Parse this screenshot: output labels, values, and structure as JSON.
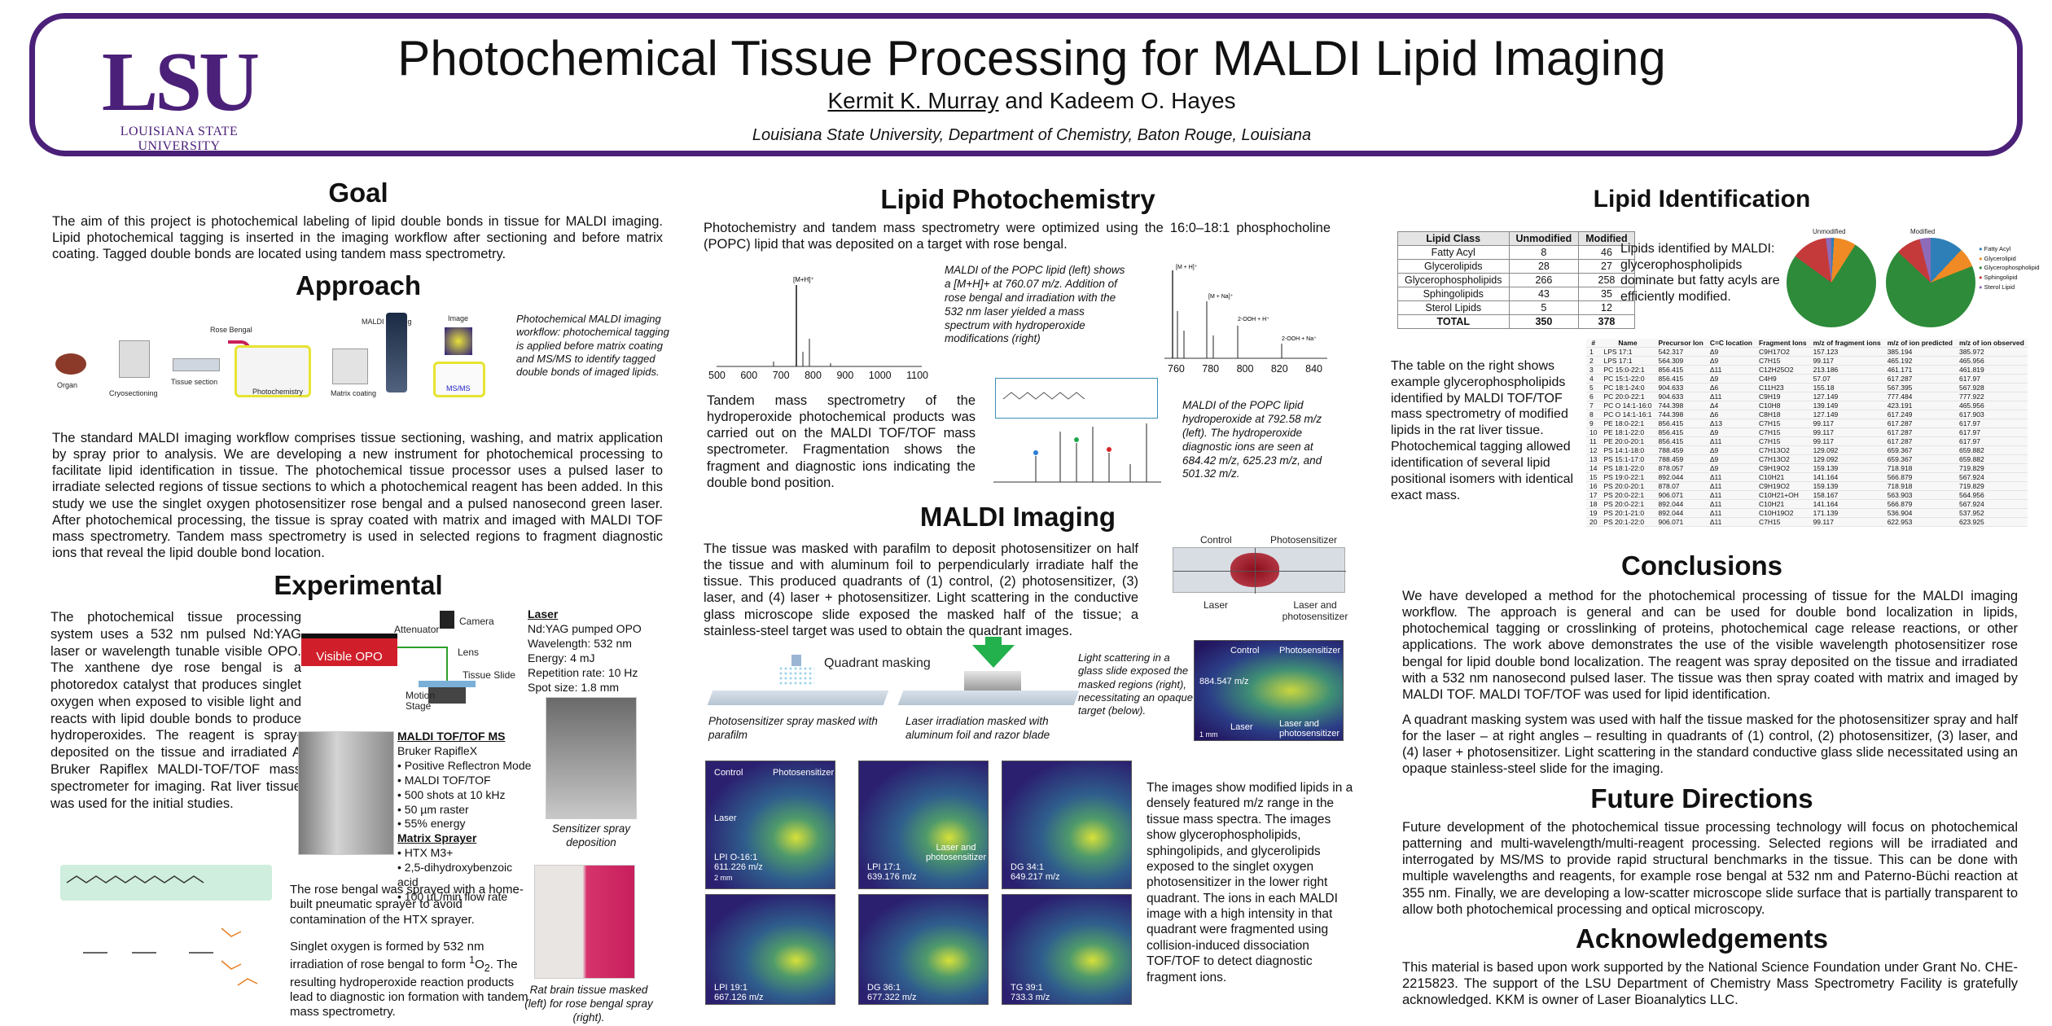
{
  "header": {
    "logo_text": "LSU",
    "logo_sub": "LOUISIANA STATE UNIVERSITY",
    "title": "Photochemical Tissue Processing for MALDI Lipid Imaging",
    "author1": "Kermit K. Murray",
    "author_rest": " and Kadeem O. Hayes",
    "affiliation": "Louisiana State University, Department of Chemistry, Baton Rouge, Louisiana"
  },
  "goal": {
    "heading": "Goal",
    "text": "The aim of this project is photochemical labeling of lipid double bonds in tissue for MALDI imaging. Lipid photochemical tagging is inserted in the imaging workflow after sectioning and before matrix coating. Tagged double bonds are located using tandem mass spectrometry."
  },
  "approach": {
    "heading": "Approach",
    "steps": [
      "Organ",
      "Cryosectioning",
      "Tissue section",
      "Rose Bengal",
      "Photochemistry",
      "Matrix coating",
      "MALDI imaging",
      "Image",
      "MS/MS"
    ],
    "caption": "Photochemical MALDI imaging workflow: photochemical tagging is applied before matrix coating and MS/MS to identify tagged double bonds of imaged lipids.",
    "text": "The standard MALDI imaging workflow comprises tissue sectioning, washing, and matrix application by spray prior to analysis. We are developing a new instrument for photochemical processing to facilitate lipid identification in tissue. The photochemical tissue processor uses a pulsed laser to irradiate selected regions of tissue sections to which a photochemical reagent has been added. In this study we use the singlet oxygen photosensitizer rose bengal and a pulsed nanosecond green laser. After photochemical processing, the tissue is spray coated with matrix and imaged with MALDI TOF mass spectrometry. Tandem mass spectrometry is used in selected regions to fragment diagnostic ions that reveal the lipid double bond location."
  },
  "experimental": {
    "heading": "Experimental",
    "text": "The photochemical tissue processing system uses a 532 nm pulsed Nd:YAG laser or wavelength tunable visible OPO. The xanthene dye rose bengal is a photoredox catalyst that produces singlet oxygen when exposed to visible light and reacts with lipid double bonds to produce hydroperoxides. The reagent is spray-deposited on the tissue and irradiated A Bruker Rapiflex MALDI-TOF/TOF mass spectrometer for imaging. Rat liver tissue was used for the initial studies.",
    "setup_labels": [
      "Visible OPO",
      "Attenuator",
      "Camera",
      "Lens",
      "Tissue Slide",
      "Motion Stage"
    ],
    "laser_title": "Laser",
    "laser_lines": [
      "Nd:YAG pumped OPO",
      "Wavelength: 532 nm",
      "Energy: 4 mJ",
      "Repetition rate: 10 Hz",
      "Spot size: 1.8 mm"
    ],
    "ms_title": "MALDI TOF/TOF MS",
    "ms_lines": [
      "Bruker RapifleX",
      "• Positive Reflectron Mode",
      "• MALDI TOF/TOF",
      "• 500 shots at 10 kHz",
      "• 50 µm raster",
      "• 55% energy"
    ],
    "spray_title": "Matrix Sprayer",
    "spray_lines": [
      "• HTX M3+",
      "• 2,5-dihydroxybenzoic acid",
      "• 100 µL/min flow rate"
    ],
    "sprayer_caption": "Sensitizer spray deposition",
    "text2": "The rose bengal was sprayed with a home-built pneumatic sprayer to avoid contamination of the HTX sprayer.",
    "text3a": "Singlet oxygen is formed by 532 nm irradiation of rose bengal to form ",
    "text3b": "1",
    "text3c": "O",
    "text3d": "2",
    "text3e": ". The resulting hydroperoxide reaction products lead to diagnostic ion formation with tandem mass spectrometry.",
    "brain_caption": "Rat brain tissue masked (left) for rose bengal spray (right)."
  },
  "photochem": {
    "heading": "Lipid Photochemistry",
    "intro": "Photochemistry and tandem mass spectrometry were optimized using the 16:0–18:1 phosphocholine (POPC) lipid that was deposited on a target with rose bengal.",
    "cap1": "MALDI of the POPC lipid (left) shows a [M+H]+ at 760.07 m/z. Addition of rose bengal and irradiation with the 532 nm laser yielded a mass spectrum with hydroperoxide modifications (right)",
    "ticks1": [
      "500",
      "600",
      "700",
      "800",
      "900",
      "1000",
      "1100"
    ],
    "ticks2": [
      "760",
      "780",
      "800",
      "820",
      "840"
    ],
    "text2": "Tandem mass spectrometry of the hydroperoxide photochemical products was carried out on the MALDI TOF/TOF mass spectrometer. Fragmentation shows the fragment and diagnostic ions indicating the double bond position.",
    "cap2": "MALDI of the POPC lipid hydroperoxide at 792.58 m/z (left). The hydroperoxide diagnostic ions are seen at 684.42 m/z, 625.23 m/z, and 501.32 m/z."
  },
  "imaging": {
    "heading": "MALDI Imaging",
    "text": "The tissue was masked with parafilm to deposit photosensitizer on half the tissue and with aluminum foil to perpendicularly irradiate half the tissue. This produced quadrants of (1) control, (2) photosensitizer, (3) laser, and (4) laser + photosensitizer. Light scattering in the conductive glass microscope slide exposed the masked half of the tissue; a stainless-steel target was used to obtain the quadrant images.",
    "quad_labels": [
      "Control",
      "Photosensitizer",
      "Laser",
      "Laser and photosensitizer"
    ],
    "mask_title": "Quadrant masking",
    "mask_cap1": "Photosensitizer spray masked with parafilm",
    "mask_cap2": "Laser irradiation masked with aluminum foil and razor blade",
    "scatter_img_label": "884.547 m/z",
    "scatter_cap": "Light scattering in a glass slide exposed the masked regions (right), necessitating an opaque target (below).",
    "images": [
      {
        "label": "LPI O-16:1",
        "mz": "611.226 m/z"
      },
      {
        "label": "LPI 17:1",
        "mz": "639.176 m/z"
      },
      {
        "label": "DG 34:1",
        "mz": "649.217 m/z"
      },
      {
        "label": "LPI 19:1",
        "mz": "667.126 m/z"
      },
      {
        "label": "DG 36:1",
        "mz": "677.322 m/z"
      },
      {
        "label": "TG 39:1",
        "mz": "733.3 m/z"
      }
    ],
    "scale": "2 mm",
    "scale2": "1 mm",
    "text2": "The images show modified lipids in a densely featured m/z range in the tissue mass spectra. The images show glycerophospholipids, sphingolipids, and glycerolipids exposed to the singlet oxygen photosensitizer in the lower right quadrant. The ions in each MALDI image with a high intensity in that quadrant were fragmented using collision-induced dissociation TOF/TOF to detect diagnostic fragment ions."
  },
  "identification": {
    "heading": "Lipid Identification",
    "table_headers": [
      "Lipid Class",
      "Unmodified",
      "Modified"
    ],
    "table_rows": [
      [
        "Fatty Acyl",
        "8",
        "46"
      ],
      [
        "Glycerolipids",
        "28",
        "27"
      ],
      [
        "Glycerophospholipids",
        "266",
        "258"
      ],
      [
        "Sphingolipids",
        "43",
        "35"
      ],
      [
        "Sterol Lipids",
        "5",
        "12"
      ],
      [
        "TOTAL",
        "350",
        "378"
      ]
    ],
    "pie_text": "Lipids identified by MALDI: glycerophospholipids dominate but fatty acyls are efficiently modified.",
    "pie_titles": [
      "Unmodified",
      "Modified"
    ],
    "pie_legend": [
      "Fatty Acyl",
      "Glycerolipid",
      "Glycerophospholipid",
      "Sphingolipid",
      "Sterol Lipid"
    ],
    "table_text": "The table on the right shows example glycerophospholipids identified by MALDI TOF/TOF mass spectrometry of modified lipids in the rat liver tissue. Photochemical tagging allowed identification of several lipid positional isomers with identical exact mass.",
    "big_headers": [
      "#",
      "Name",
      "Precursor Ion",
      "C=C location",
      "Fragment Ions",
      "m/z of fragment ions",
      "m/z of ion predicted",
      "m/z of ion observed"
    ],
    "big_rows": [
      [
        "1",
        "LPS 17:1",
        "542.317",
        "Δ9",
        "C9H17O2",
        "157.123",
        "385.194",
        "385.972"
      ],
      [
        "2",
        "LPS 17:1",
        "564.309",
        "Δ9",
        "C7H15",
        "99.117",
        "465.192",
        "465.956"
      ],
      [
        "3",
        "PC 15:0-22:1",
        "856.415",
        "Δ11",
        "C12H25O2",
        "213.186",
        "461.171",
        "461.819"
      ],
      [
        "4",
        "PC 15:1-22:0",
        "856.415",
        "Δ9",
        "C4H9",
        "57.07",
        "617.287",
        "617.97"
      ],
      [
        "5",
        "PC 18:1-24:0",
        "904.633",
        "Δ6",
        "C11H23",
        "155.18",
        "567.395",
        "567.928"
      ],
      [
        "6",
        "PC 20:0-22:1",
        "904.633",
        "Δ11",
        "C9H19",
        "127.149",
        "777.484",
        "777.922"
      ],
      [
        "7",
        "PC O 14:1-16:0",
        "744.398",
        "Δ4",
        "C10H8",
        "139.149",
        "423.191",
        "465.956"
      ],
      [
        "8",
        "PC O 14:1-16:1",
        "744.398",
        "Δ6",
        "C8H18",
        "127.149",
        "617.249",
        "617.903"
      ],
      [
        "9",
        "PE 18:0-22:1",
        "856.415",
        "Δ13",
        "C7H15",
        "99.117",
        "617.287",
        "617.97"
      ],
      [
        "10",
        "PE 18:1-22:0",
        "856.415",
        "Δ9",
        "C7H15",
        "99.117",
        "617.287",
        "617.97"
      ],
      [
        "11",
        "PE 20:0-20:1",
        "856.415",
        "Δ11",
        "C7H15",
        "99.117",
        "617.287",
        "617.97"
      ],
      [
        "12",
        "PS 14:1-18:0",
        "788.459",
        "Δ9",
        "C7H13O2",
        "129.092",
        "659.367",
        "659.882"
      ],
      [
        "13",
        "PS 15:1-17:0",
        "788.459",
        "Δ9",
        "C7H13O2",
        "129.092",
        "659.367",
        "659.882"
      ],
      [
        "14",
        "PS 18:1-22:0",
        "878.057",
        "Δ9",
        "C9H19O2",
        "159.139",
        "718.918",
        "719.829"
      ],
      [
        "15",
        "PS 19:0-22:1",
        "892.044",
        "Δ11",
        "C10H21",
        "141.164",
        "566.879",
        "567.924"
      ],
      [
        "16",
        "PS 20:0-20:1",
        "878.07",
        "Δ11",
        "C9H19O2",
        "159.139",
        "718.918",
        "719.829"
      ],
      [
        "17",
        "PS 20:0-22:1",
        "906.071",
        "Δ11",
        "C10H21+OH",
        "158.167",
        "563.903",
        "564.956"
      ],
      [
        "18",
        "PS 20:0-22:1",
        "892.044",
        "Δ11",
        "C10H21",
        "141.164",
        "566.879",
        "567.924"
      ],
      [
        "19",
        "PS 20:1-21:0",
        "892.044",
        "Δ11",
        "C10H19O2",
        "171.139",
        "536.904",
        "537.952"
      ],
      [
        "20",
        "PS 20:1-22:0",
        "906.071",
        "Δ11",
        "C7H15",
        "99.117",
        "622.953",
        "623.925"
      ]
    ]
  },
  "conclusions": {
    "heading": "Conclusions",
    "text1": "We have developed a method for the photochemical processing of tissue for the MALDI imaging workflow. The approach is general and can be used for double bond localization in lipids, photochemical tagging or crosslinking of proteins, photochemical cage release reactions, or other applications. The work above demonstrates the use of the visible wavelength photosensitizer rose bengal for lipid double bond localization. The reagent was spray deposited on the tissue and irradiated with a 532 nm nanosecond pulsed laser. The tissue was then spray coated with matrix and imaged by MALDI TOF. MALDI TOF/TOF was used for lipid identification.",
    "text2": "A quadrant masking system was used with half the tissue masked for the photosensitizer spray and half for the laser – at right angles – resulting in quadrants of (1) control, (2) photosensitizer, (3) laser, and (4) laser + photosensitizer. Light scattering in the standard conductive glass slide necessitated using an opaque stainless-steel slide for the imaging."
  },
  "future": {
    "heading": "Future Directions",
    "text": "Future development of the photochemical tissue processing technology will focus on photochemical patterning and multi-wavelength/multi-reagent processing. Selected regions will be irradiated and interrogated by MS/MS to provide rapid structural benchmarks in the tissue. This can be done with multiple wavelengths and reagents, for example rose bengal at 532 nm and Paterno-Büchi reaction at 355 nm. Finally, we are developing a low-scatter microscope slide surface that is partially transparent to allow both photochemical processing and optical microscopy."
  },
  "ack": {
    "heading": "Acknowledgements",
    "text": "This material is based upon work supported by the National Science Foundation under Grant No. CHE-2215823. The support of the LSU Department of Chemistry Mass Spectrometry Facility is gratefully acknowledged. KKM is owner of Laser Bioanalytics LLC."
  },
  "colors": {
    "lsu_purple": "#4b2079",
    "rose": "#c8215a",
    "green_arrow": "#22b14c"
  }
}
